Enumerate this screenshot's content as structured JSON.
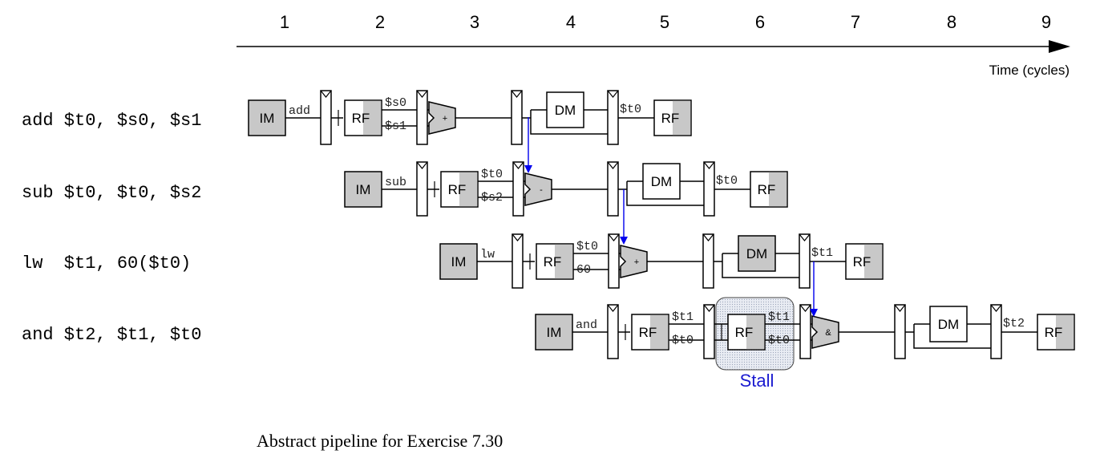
{
  "diagram": {
    "cycles": [
      "1",
      "2",
      "3",
      "4",
      "5",
      "6",
      "7",
      "8",
      "9"
    ],
    "time_axis_label": "Time (cycles)",
    "caption": "Abstract pipeline for Exercise 7.30",
    "stall_label": "Stall",
    "unit_labels": {
      "im": "IM",
      "rf": "RF",
      "dm": "DM"
    },
    "instructions": [
      {
        "text": "add $t0, $s0, $s1",
        "mnemonic": "add",
        "src_a": "$s0",
        "src_b": "$s1",
        "alu_op": "+",
        "dest": "$t0"
      },
      {
        "text": "sub $t0, $t0, $s2",
        "mnemonic": "sub",
        "src_a": "$t0",
        "src_b": "$s2",
        "alu_op": "-",
        "dest": "$t0"
      },
      {
        "text": "lw  $t1, 60($t0)",
        "mnemonic": "lw",
        "src_a": "$t0",
        "src_b": "60",
        "alu_op": "+",
        "dest": "$t1"
      },
      {
        "text": "and $t2, $t1, $t0",
        "mnemonic": "and",
        "src_a": "$t1",
        "src_b": "$t0",
        "stall_src_a": "$t1",
        "stall_src_b": "$t0",
        "alu_op": "&",
        "dest": "$t2"
      }
    ],
    "colors": {
      "forward_arrow": "#0000ee",
      "stall_label": "#1a1ad0",
      "shaded_unit": "#c8c8c8",
      "stall_box": "#dfe3ee"
    }
  }
}
